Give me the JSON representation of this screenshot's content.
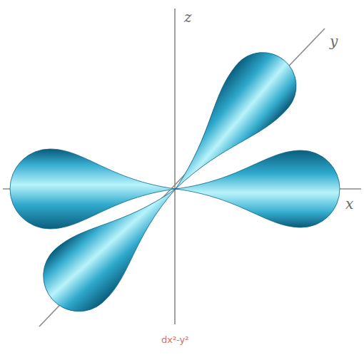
{
  "diagram": {
    "caption": "dx²-y²",
    "labels": [
      "z",
      "y",
      "x"
    ]
  }
}
